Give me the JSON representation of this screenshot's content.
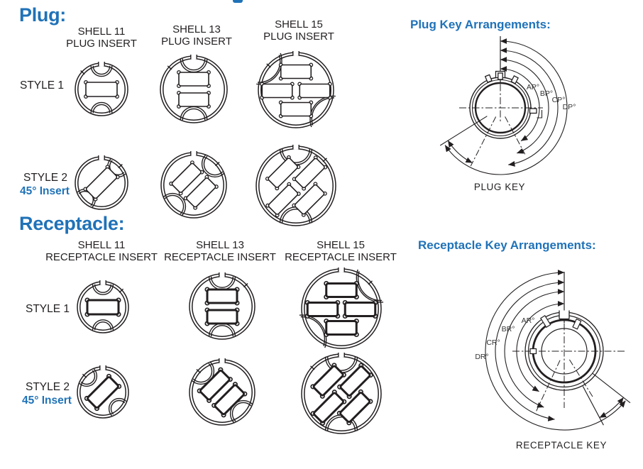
{
  "colors": {
    "accent": "#1f72b8",
    "ink": "#231f20"
  },
  "plug": {
    "heading": "Plug:",
    "columns": [
      {
        "l1": "SHELL 11",
        "l2": "PLUG INSERT"
      },
      {
        "l1": "SHELL 13",
        "l2": "PLUG INSERT"
      },
      {
        "l1": "SHELL 15",
        "l2": "PLUG INSERT"
      }
    ],
    "style1_label": "STYLE 1",
    "style2_label": "STYLE 2",
    "style2_sublabel": "45° Insert"
  },
  "receptacle": {
    "heading": "Receptacle:",
    "columns": [
      {
        "l1": "SHELL 11",
        "l2": "RECEPTACLE INSERT"
      },
      {
        "l1": "SHELL 13",
        "l2": "RECEPTACLE INSERT"
      },
      {
        "l1": "SHELL 15",
        "l2": "RECEPTACLE INSERT"
      }
    ],
    "style1_label": "STYLE 1",
    "style2_label": "STYLE 2",
    "style2_sublabel": "45° Insert"
  },
  "plug_key": {
    "title": "Plug Key Arrangements:",
    "angle_labels": [
      "AP°",
      "BP°",
      "CP°",
      "DP°"
    ],
    "caption": "PLUG KEY"
  },
  "receptacle_key": {
    "title": "Receptacle Key Arrangements:",
    "angle_labels": [
      "AR°",
      "BR°",
      "CR°",
      "DR°"
    ],
    "caption": "RECEPTACLE KEY"
  },
  "inserts": {
    "plug": [
      {
        "shell": "11",
        "style": "1",
        "slot_count": 1,
        "rotated": false,
        "moon_type": "half",
        "moons": [
          "top",
          "bottom"
        ]
      },
      {
        "shell": "13",
        "style": "1",
        "slot_count": 2,
        "rotated": false,
        "moon_type": "half",
        "moons": [
          "top",
          "bottom"
        ]
      },
      {
        "shell": "15",
        "style": "1",
        "slot_count": 4,
        "rotated": false,
        "moon_type": "quarter",
        "moons": [
          "top-left",
          "bottom-right"
        ]
      },
      {
        "shell": "11",
        "style": "2",
        "slot_count": 1,
        "rotated": true,
        "moon_type": "half",
        "moons": [
          "top-right",
          "bottom-left"
        ]
      },
      {
        "shell": "13",
        "style": "2",
        "slot_count": 2,
        "rotated": true,
        "moon_type": "half",
        "moons": [
          "top-right",
          "bottom-left"
        ]
      },
      {
        "shell": "15",
        "style": "2",
        "slot_count": 4,
        "rotated": true,
        "moon_type": "half",
        "moons": [
          "top",
          "bottom"
        ]
      }
    ],
    "receptacle": [
      {
        "shell": "11",
        "style": "1",
        "slot_count": 1,
        "rotated": false,
        "moon_type": "half",
        "moons": [
          "top",
          "bottom"
        ]
      },
      {
        "shell": "13",
        "style": "1",
        "slot_count": 2,
        "rotated": false,
        "moon_type": "half",
        "moons": [
          "top",
          "bottom"
        ]
      },
      {
        "shell": "15",
        "style": "1",
        "slot_count": 4,
        "rotated": false,
        "moon_type": "quarter",
        "moons": [
          "top-right",
          "bottom-left"
        ]
      },
      {
        "shell": "11",
        "style": "2",
        "slot_count": 1,
        "rotated": true,
        "moon_type": "half",
        "moons": [
          "top-left",
          "bottom-right"
        ]
      },
      {
        "shell": "13",
        "style": "2",
        "slot_count": 2,
        "rotated": true,
        "moon_type": "half",
        "moons": [
          "top-left",
          "bottom-right"
        ]
      },
      {
        "shell": "15",
        "style": "2",
        "slot_count": 4,
        "rotated": true,
        "moon_type": "half",
        "moons": [
          "top",
          "bottom"
        ]
      }
    ]
  }
}
